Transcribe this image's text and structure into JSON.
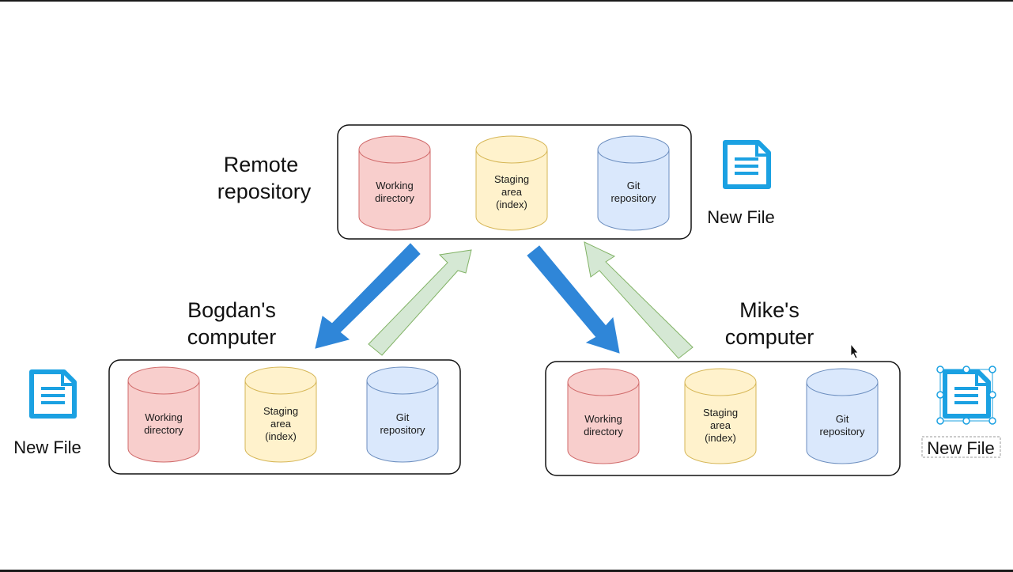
{
  "colors": {
    "working_fill": "#f8cecc",
    "working_stroke": "#d06a6a",
    "staging_fill": "#fff2cc",
    "staging_stroke": "#d6b656",
    "git_fill": "#dae8fc",
    "git_stroke": "#6c8ebf",
    "fetch_arrow": "#2f86d8",
    "push_fill": "#d5e8d4",
    "push_stroke": "#82b366",
    "file_icon": "#1ba1e2",
    "selection": "#1ba1e2"
  },
  "repos": {
    "remote": {
      "label_lines": [
        "Remote",
        "repository"
      ],
      "cylinders": [
        {
          "kind": "working",
          "lines": [
            "Working",
            "directory"
          ]
        },
        {
          "kind": "staging",
          "lines": [
            "Staging",
            "area",
            "(index)"
          ]
        },
        {
          "kind": "git",
          "lines": [
            "Git",
            "repository"
          ]
        }
      ]
    },
    "bogdan": {
      "label_lines": [
        "Bogdan's",
        "computer"
      ],
      "cylinders": [
        {
          "kind": "working",
          "lines": [
            "Working",
            "directory"
          ]
        },
        {
          "kind": "staging",
          "lines": [
            "Staging",
            "area",
            "(index)"
          ]
        },
        {
          "kind": "git",
          "lines": [
            "Git",
            "repository"
          ]
        }
      ]
    },
    "mike": {
      "label_lines": [
        "Mike's",
        "computer"
      ],
      "cylinders": [
        {
          "kind": "working",
          "lines": [
            "Working",
            "directory"
          ]
        },
        {
          "kind": "staging",
          "lines": [
            "Staging",
            "area",
            "(index)"
          ]
        },
        {
          "kind": "git",
          "lines": [
            "Git",
            "repository"
          ]
        }
      ]
    }
  },
  "files": {
    "remote": {
      "label": "New File",
      "icon": "document-icon"
    },
    "bogdan": {
      "label": "New File",
      "icon": "document-icon"
    },
    "mike": {
      "label": "New File",
      "icon": "document-icon",
      "selected": true
    }
  },
  "cursor": {
    "icon": "mouse-pointer-icon"
  }
}
